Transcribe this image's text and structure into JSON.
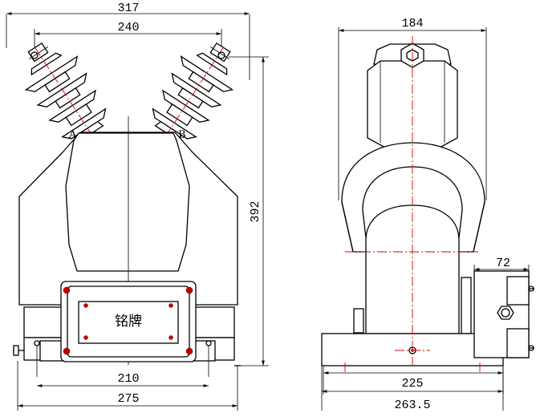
{
  "front_view": {
    "dims": {
      "overall_width": "317",
      "bushing_spacing": "240",
      "height": "392",
      "mount_inner": "210",
      "base_width": "275"
    },
    "terminal_a": "A",
    "terminal_b": "B",
    "nameplate": "铭牌"
  },
  "side_view": {
    "dims": {
      "top_width": "184",
      "box_width": "72",
      "mount_inner": "225",
      "base_width": "263.5"
    }
  },
  "colors": {
    "line": "#000000",
    "center_line": "#d40000",
    "bolt": "#c00000"
  }
}
